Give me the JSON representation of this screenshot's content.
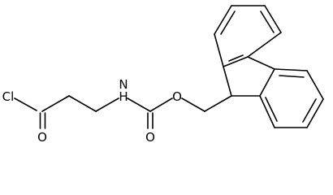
{
  "molecule": {
    "atom_labels": {
      "cl": "Cl",
      "acyl_o": "O",
      "n": "N",
      "h": "H",
      "carbamate_o": "O",
      "ester_o": "O"
    }
  }
}
